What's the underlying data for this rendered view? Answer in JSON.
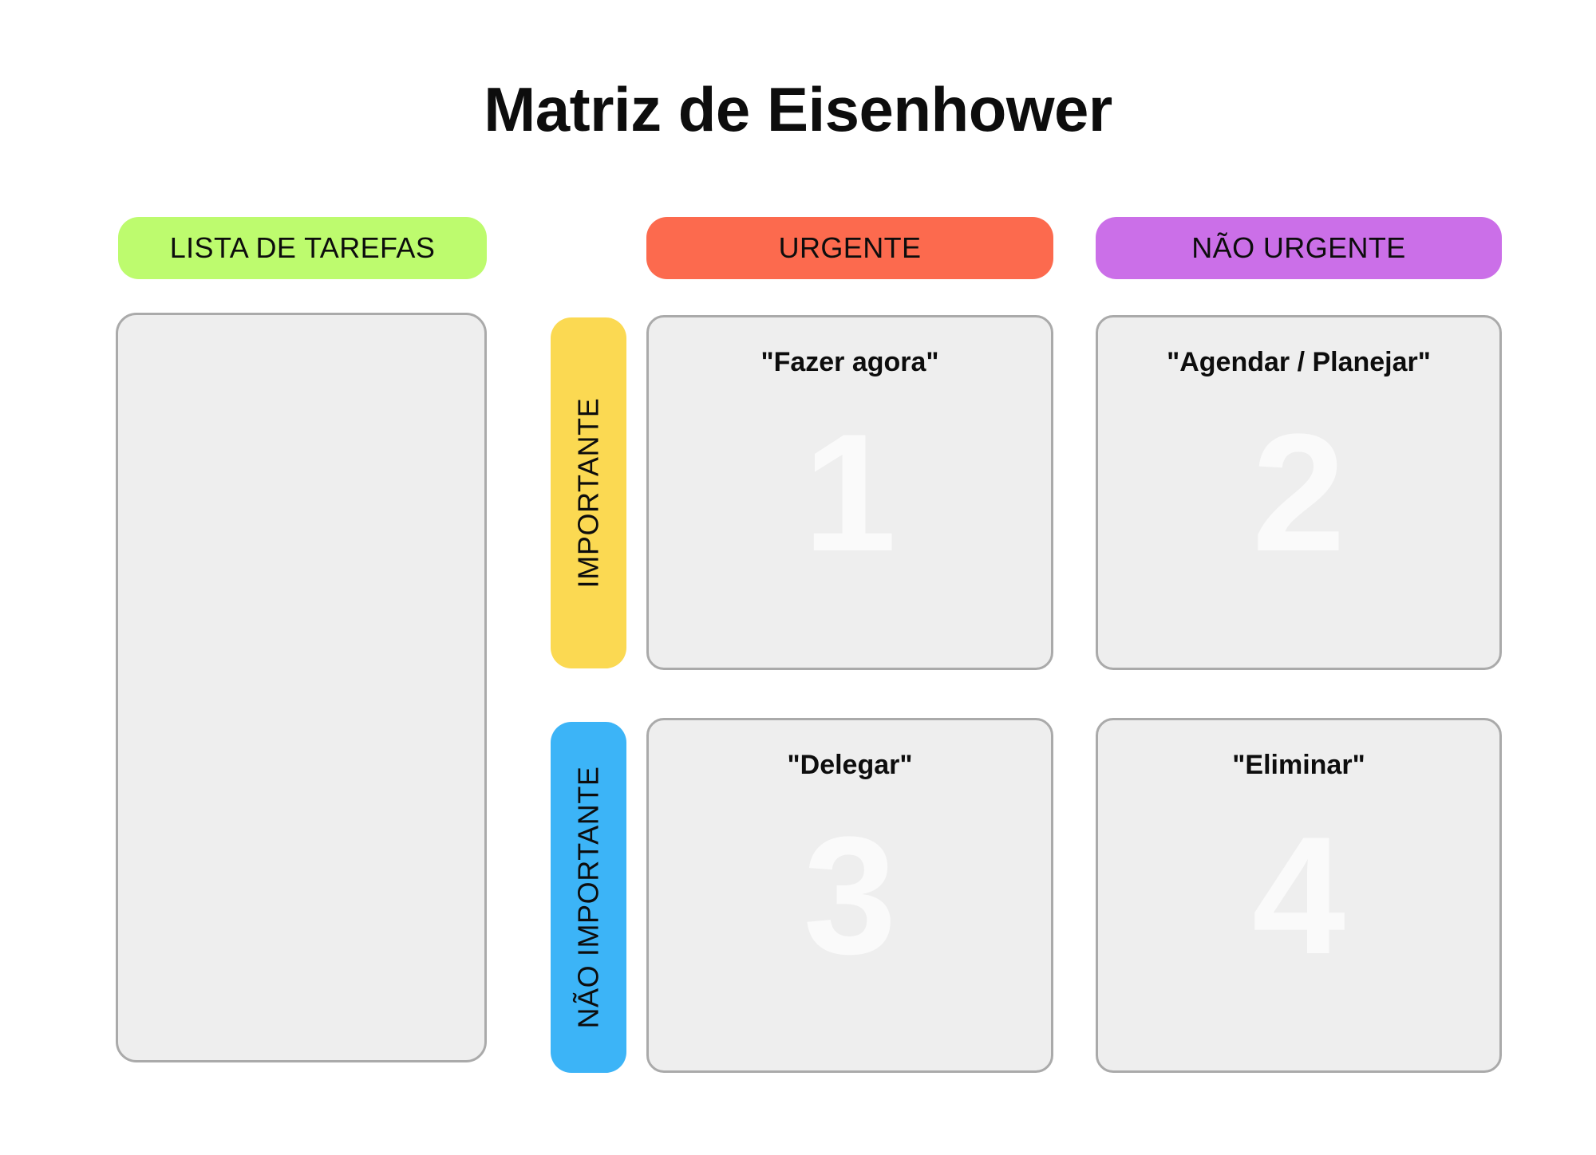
{
  "title": "Matriz de Eisenhower",
  "colors": {
    "tasks_pill": "#bdfb6e",
    "urgent_pill": "#fc6a4e",
    "not_urgent_pill": "#cb6fe8",
    "important_pill": "#fbd952",
    "not_important_pill": "#3cb4f7",
    "card_bg": "#eeeeee",
    "card_border": "#aaaaaa",
    "watermark": "#fafafa",
    "text": "#0d0d0d",
    "page_bg": "#ffffff"
  },
  "column_headers": {
    "tasks": "LISTA DE TAREFAS",
    "urgent": "URGENTE",
    "not_urgent": "NÃO URGENTE"
  },
  "row_headers": {
    "important": "IMPORTANTE",
    "not_important": "NÃO IMPORTANTE"
  },
  "task_list": {
    "items": []
  },
  "quadrants": [
    {
      "number": "1",
      "label": "\"Fazer agora\"",
      "urgency": "URGENTE",
      "importance": "IMPORTANTE"
    },
    {
      "number": "2",
      "label": "\"Agendar / Planejar\"",
      "urgency": "NÃO URGENTE",
      "importance": "IMPORTANTE"
    },
    {
      "number": "3",
      "label": "\"Delegar\"",
      "urgency": "URGENTE",
      "importance": "NÃO IMPORTANTE"
    },
    {
      "number": "4",
      "label": "\"Eliminar\"",
      "urgency": "NÃO URGENTE",
      "importance": "NÃO IMPORTANTE"
    }
  ]
}
